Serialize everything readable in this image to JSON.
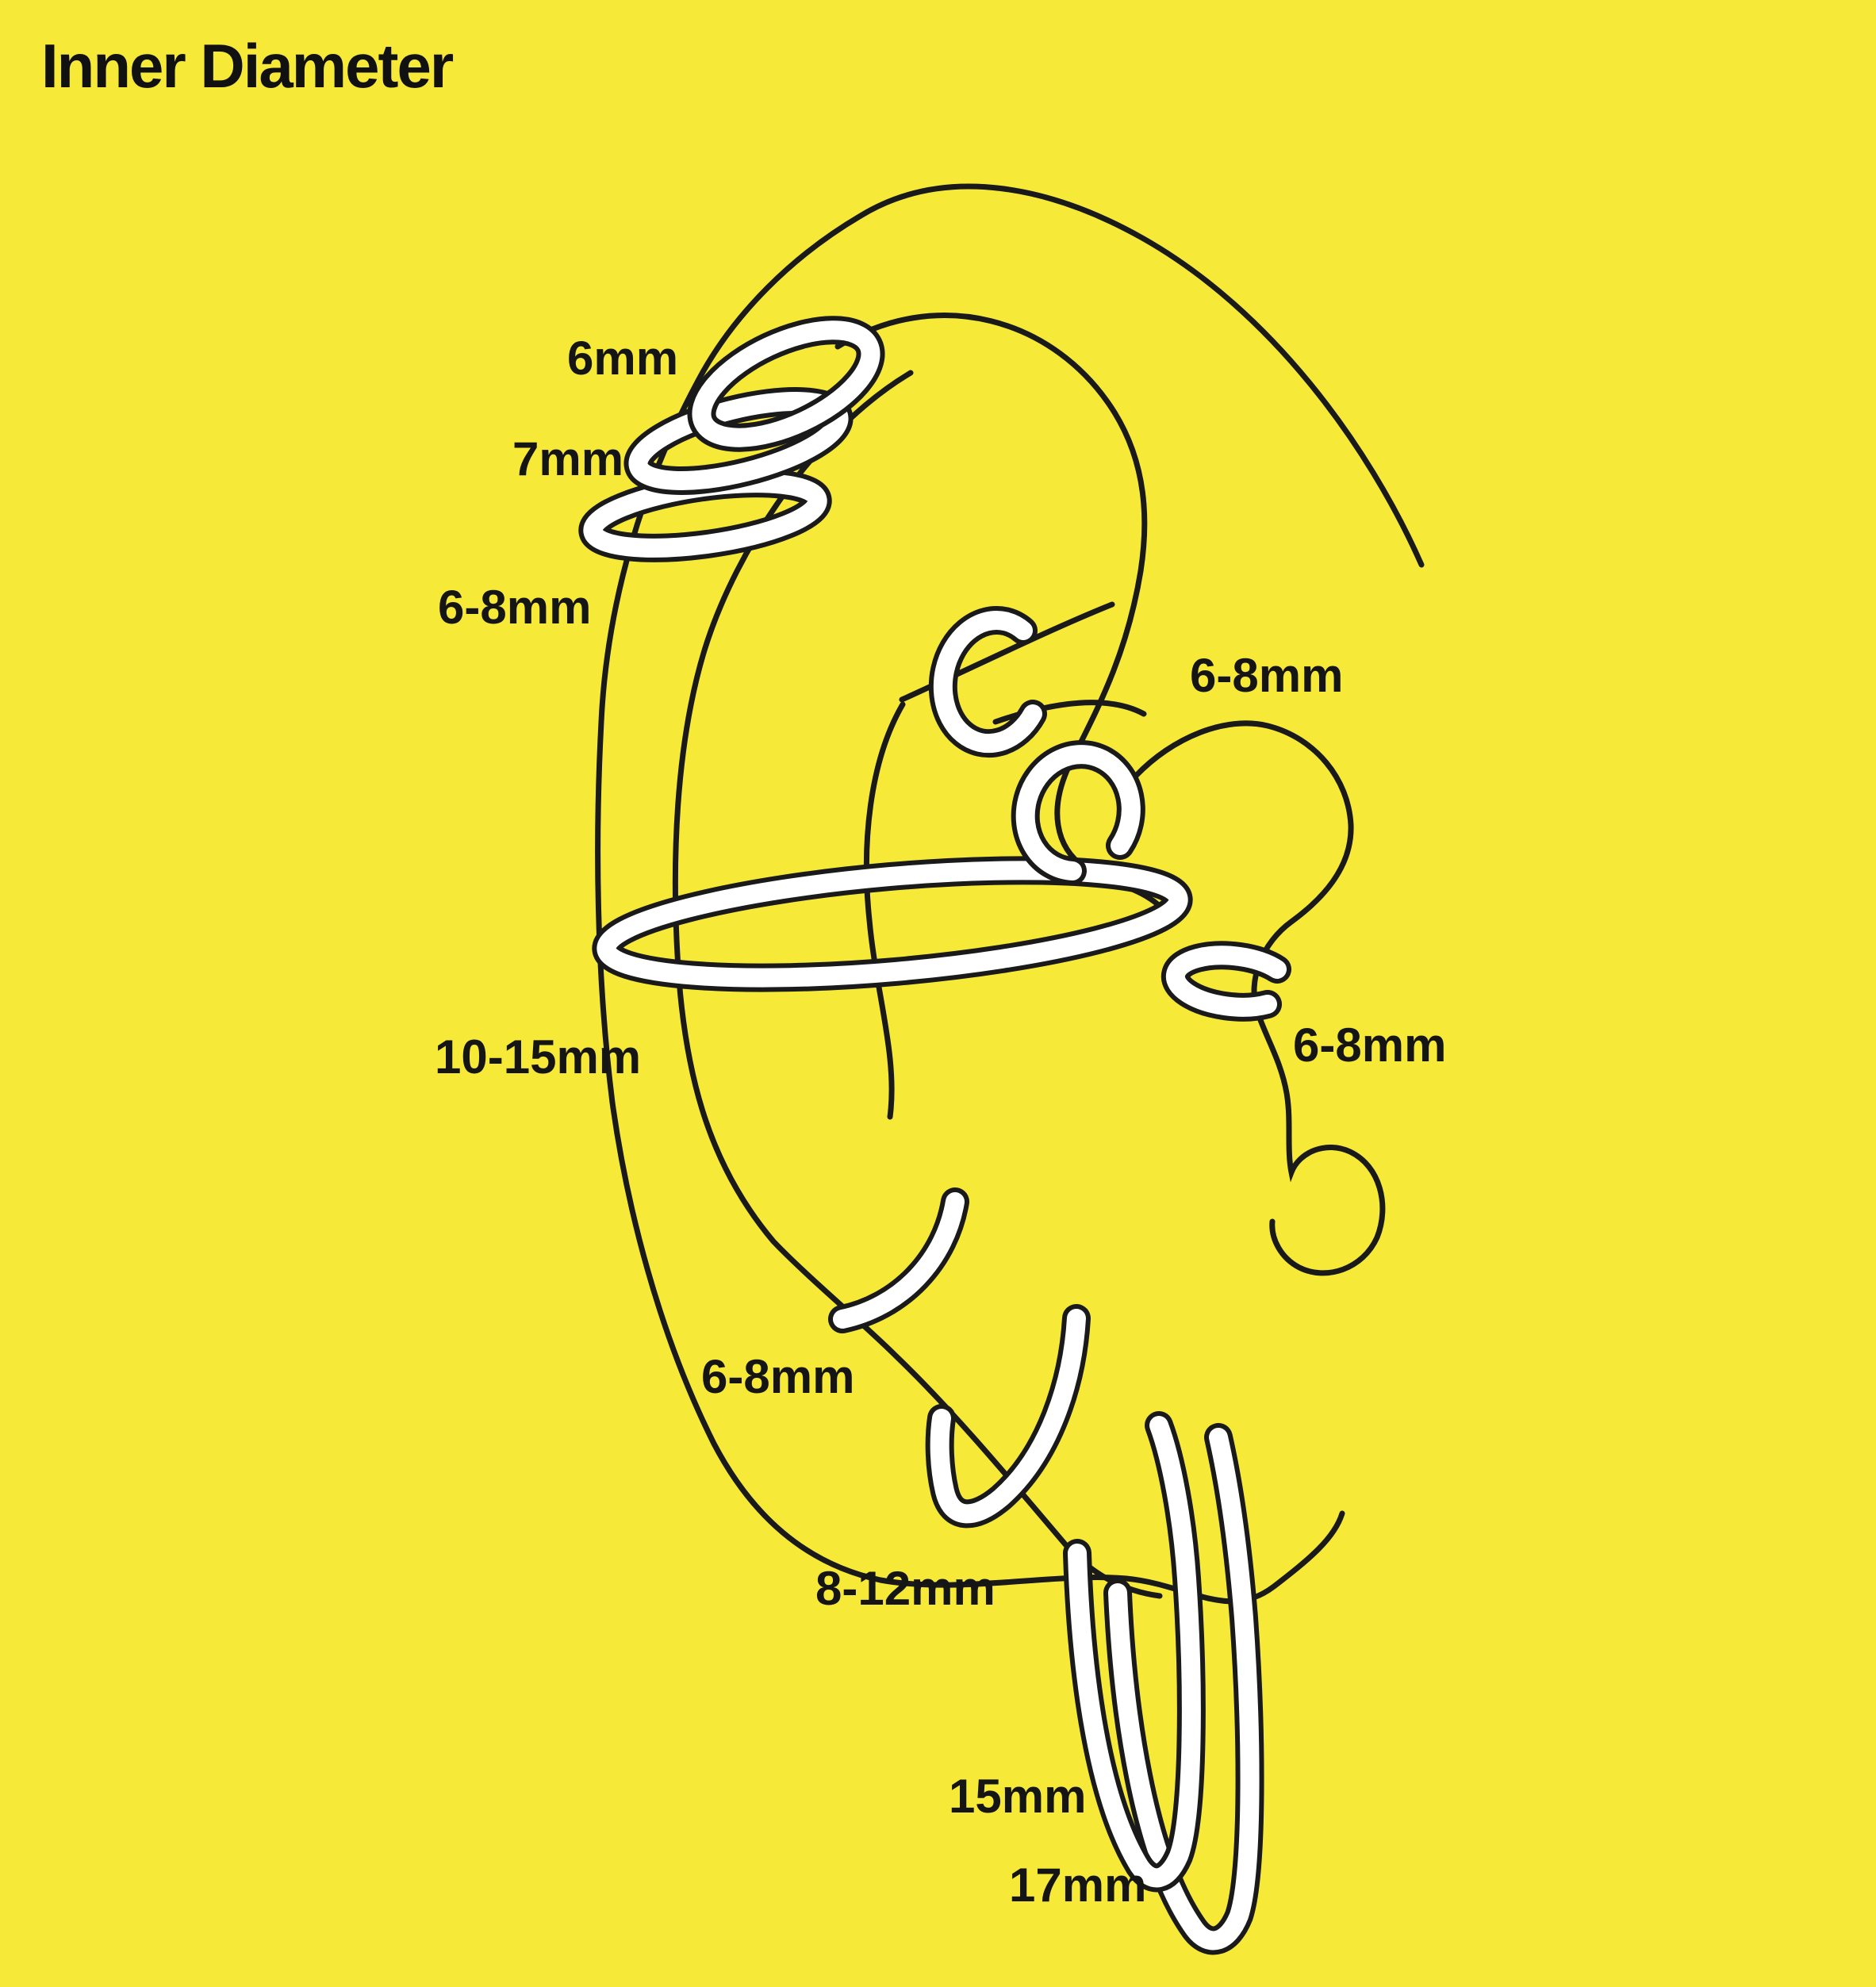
{
  "title": "Inner Diameter",
  "colors": {
    "background": "#F7E938",
    "line": "#1A1A1A",
    "hoop_fill": "#FFFFFF",
    "text": "#151515"
  },
  "labels": [
    {
      "id": "helix-front",
      "text": "6mm"
    },
    {
      "id": "helix-mid",
      "text": "7mm"
    },
    {
      "id": "helix-back",
      "text": "6-8mm"
    },
    {
      "id": "rook",
      "text": "6-8mm"
    },
    {
      "id": "mid-helix-conch",
      "text": "10-15mm"
    },
    {
      "id": "tragus",
      "text": "6-8mm"
    },
    {
      "id": "upper-lobe",
      "text": "6-8mm"
    },
    {
      "id": "lobe-small-hoop",
      "text": "8-12mm"
    },
    {
      "id": "lobe-long-hoop-front",
      "text": "15mm"
    },
    {
      "id": "lobe-long-hoop-back",
      "text": "17mm"
    }
  ]
}
